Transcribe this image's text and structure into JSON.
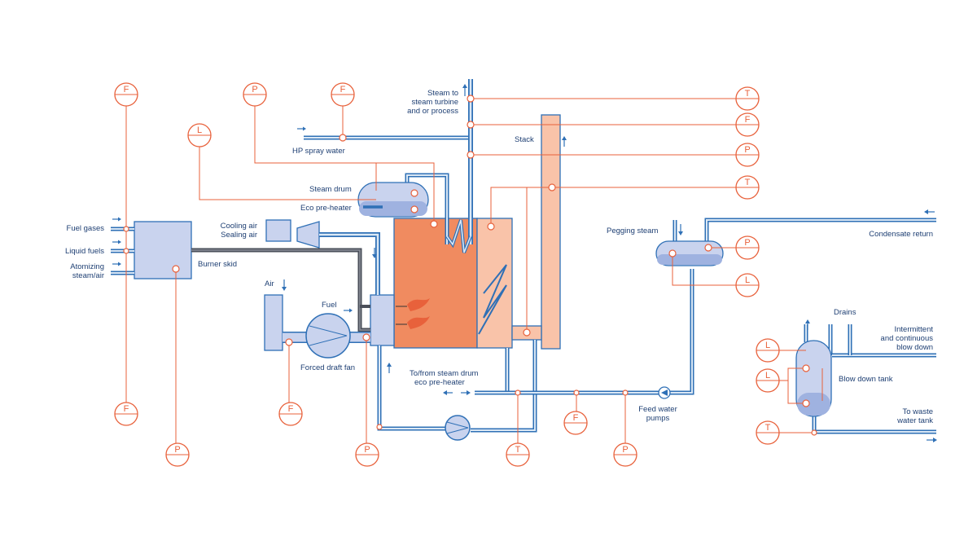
{
  "labels": {
    "fuel_gases": "Fuel gases",
    "liquid_fuels": "Liquid fuels",
    "atomizing": [
      "Atomizing",
      "steam/air"
    ],
    "burner_skid": "Burner skid",
    "cooling_air": [
      "Cooling air",
      "Sealing air"
    ],
    "air": "Air",
    "fuel": "Fuel",
    "forced_draft_fan": "Forced draft fan",
    "hp_spray_water": "HP spray water",
    "steam_drum": "Steam drum",
    "eco_preheater": "Eco pre-heater",
    "steam_to_turbine": [
      "Steam to",
      "steam turbine",
      "and or process"
    ],
    "stack": "Stack",
    "pegging_steam": "Pegging steam",
    "condensate_return": "Condensate return",
    "to_from_steam_drum": [
      "To/from steam drum",
      "eco pre-heater"
    ],
    "feed_water_pumps": [
      "Feed water",
      "pumps"
    ],
    "drains": "Drains",
    "intermittent": [
      "Intermittent",
      "and continuous",
      "blow down"
    ],
    "blow_down_tank": "Blow down tank",
    "to_waste": [
      "To waste",
      "water tank"
    ]
  },
  "instruments": {
    "fuel_gas_flow": "F",
    "fuel_liquid_flow": "F",
    "burner_pressure": "P",
    "drum_pressure": "P",
    "spray_flow": "F",
    "drum_level": "L",
    "air_flow": "F",
    "fan_pressure": "P",
    "econ_temp": "T",
    "feed_flow": "F",
    "feed_pressure": "P",
    "steam_temp": "T",
    "steam_flow": "F",
    "steam_pressure": "P",
    "stack_temp": "T",
    "pegging_pressure": "P",
    "pegging_level": "L",
    "blowdown_level_1": "L",
    "blowdown_level_2": "L",
    "blowdown_temp": "T"
  },
  "colors": {
    "pipe": "#2f70b6",
    "pipe_inner": "#dbe8f5",
    "signal": "#e8613b",
    "equipment": "#c9d3ee",
    "furnace": "#f08b60",
    "boiler_section": "#f9c3a9",
    "text": "#1e3f73"
  }
}
